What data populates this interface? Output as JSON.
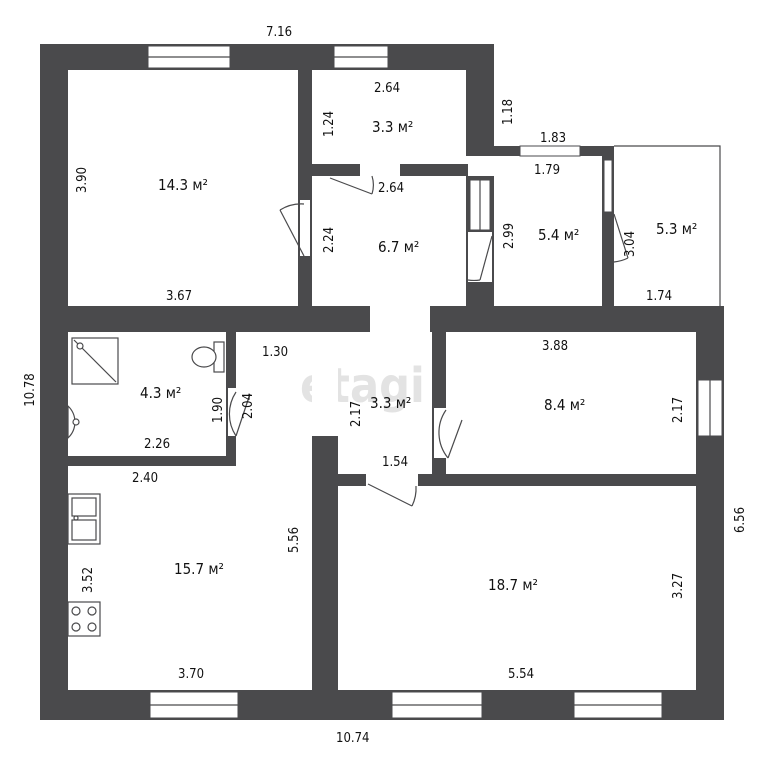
{
  "watermark": "etagi",
  "outer_dims": {
    "top": "7.16",
    "bottom": "10.74",
    "left": "10.78",
    "right": "6.56",
    "step_height": "1.18"
  },
  "rooms": [
    {
      "area": "14.3 м²",
      "dims": [
        "3.90",
        "3.67"
      ]
    },
    {
      "area": "3.3 м²",
      "dims": [
        "2.64",
        "1.24"
      ]
    },
    {
      "area": "6.7 м²",
      "dims": [
        "2.64",
        "2.24"
      ]
    },
    {
      "area": "5.4 м²",
      "dims": [
        "1.83",
        "1.79",
        "2.99"
      ]
    },
    {
      "area": "5.3 м²",
      "dims": [
        "3.04",
        "1.74"
      ]
    },
    {
      "area": "4.3 м²",
      "dims": [
        "1.30",
        "1.90",
        "2.04",
        "2.26",
        "2.40"
      ]
    },
    {
      "area": "3.3 м²",
      "dims": [
        "2.17",
        "1.54"
      ]
    },
    {
      "area": "8.4 м²",
      "dims": [
        "3.88",
        "2.17"
      ]
    },
    {
      "area": "15.7 м²",
      "dims": [
        "5.56",
        "3.52",
        "3.70"
      ]
    },
    {
      "area": "18.7 м²",
      "dims": [
        "3.27",
        "5.54"
      ]
    }
  ]
}
